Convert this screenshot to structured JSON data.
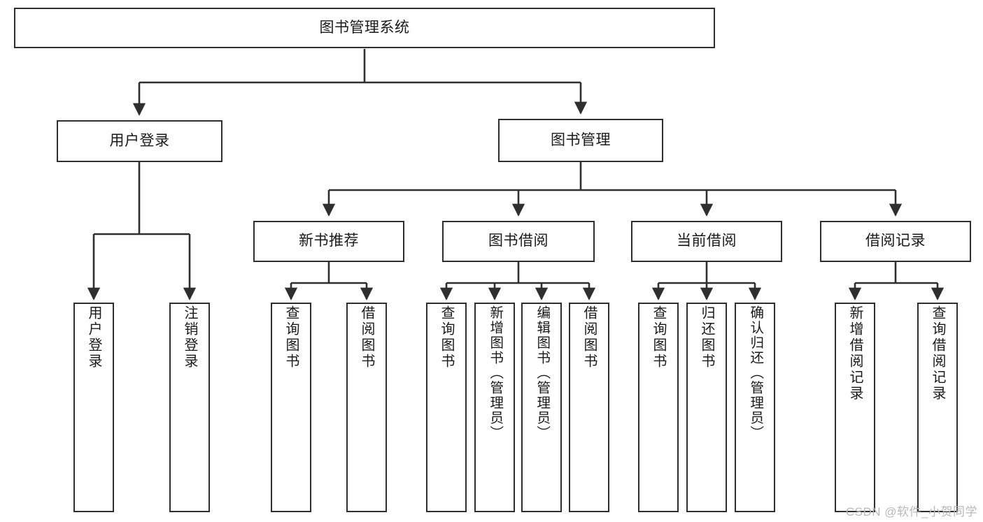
{
  "diagram": {
    "type": "tree",
    "title": "图书管理系统",
    "watermark": "CSDN @软件_小贺同学",
    "colors": {
      "border": "#2f2f2f",
      "text": "#1a1a1a",
      "background": "#ffffff",
      "watermark": "#b9b9b9"
    },
    "nodes": {
      "root": {
        "label": "图书管理系统"
      },
      "level1": [
        {
          "label": "用户登录"
        },
        {
          "label": "图书管理"
        }
      ],
      "level2": [
        {
          "label": "新书推荐"
        },
        {
          "label": "图书借阅"
        },
        {
          "label": "当前借阅"
        },
        {
          "label": "借阅记录"
        }
      ],
      "leaves": {
        "user_login": [
          {
            "label": "用户登录"
          },
          {
            "label": "注销登录"
          }
        ],
        "new_book": [
          {
            "label": "查询图书"
          },
          {
            "label": "借阅图书"
          }
        ],
        "book_borrow": [
          {
            "label": "查询图书"
          },
          {
            "label": "新增图书（管理员）"
          },
          {
            "label": "编辑图书（管理员）"
          },
          {
            "label": "借阅图书"
          }
        ],
        "current_borrow": [
          {
            "label": "查询图书"
          },
          {
            "label": "归还图书"
          },
          {
            "label": "确认归还（管理员）"
          }
        ],
        "borrow_record": [
          {
            "label": "新增借阅记录"
          },
          {
            "label": "查询借阅记录"
          }
        ]
      }
    }
  }
}
